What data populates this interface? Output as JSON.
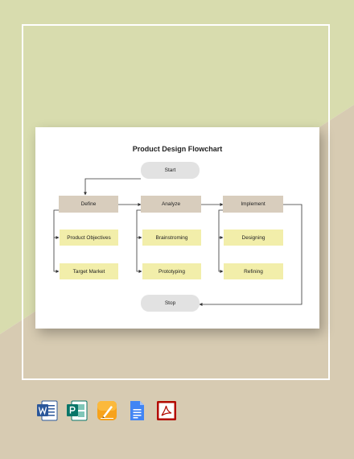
{
  "page_colors": {
    "top_bg": "#d8dcae",
    "bottom_bg": "#d7cbb2",
    "frame": "#ffffff"
  },
  "flowchart": {
    "title": "Product Design Flowchart",
    "start": "Start",
    "stop": "Stop",
    "phases": [
      {
        "label": "Define",
        "steps": [
          "Product Objectives",
          "Target Market"
        ]
      },
      {
        "label": "Analyze",
        "steps": [
          "Brainstroming",
          "Prototyping"
        ]
      },
      {
        "label": "Implement",
        "steps": [
          "Designing",
          "Refining"
        ]
      }
    ],
    "colors": {
      "terminal": "#e2e2e2",
      "phase": "#d8cdbd",
      "step": "#f2eeaa",
      "line": "#333333"
    }
  },
  "app_icons": [
    "word-icon",
    "publisher-icon",
    "pages-icon",
    "google-docs-icon",
    "pdf-icon"
  ]
}
